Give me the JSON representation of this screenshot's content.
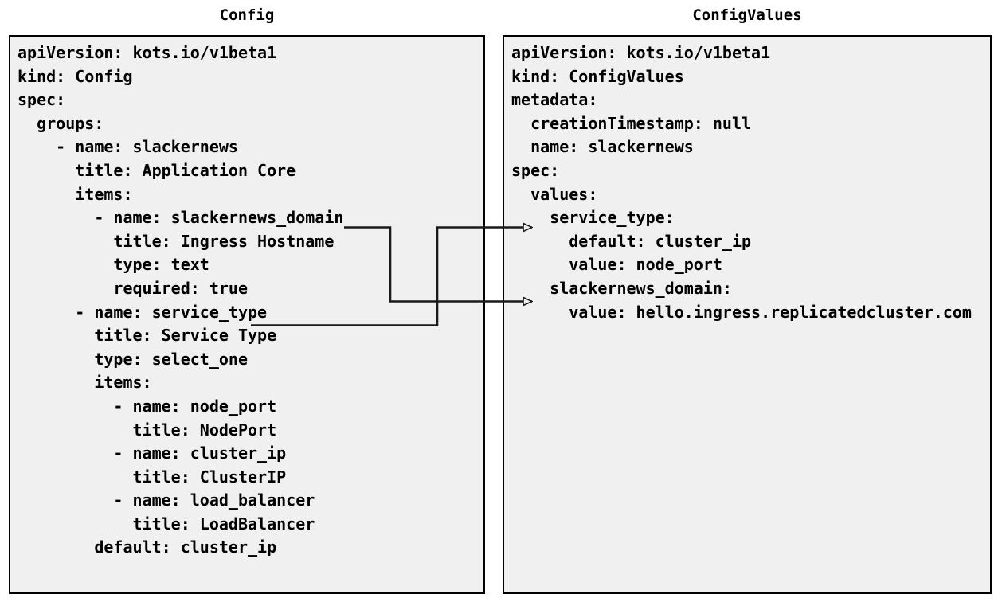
{
  "diagram": {
    "type": "yaml-mapping-diagram",
    "background_color": "#ffffff",
    "panel_background_color": "#f0f0f0",
    "panel_border_color": "#000000",
    "connector_color": "#1a1a1a"
  },
  "panels": {
    "config": {
      "title": "Config",
      "lines": [
        "apiVersion: kots.io/v1beta1",
        "kind: Config",
        "spec:",
        "  groups:",
        "    - name: slackernews",
        "      title: Application Core",
        "      items:",
        "        - name: slackernews_domain",
        "          title: Ingress Hostname",
        "          type: text",
        "          required: true",
        "      - name: service_type",
        "        title: Service Type",
        "        type: select_one",
        "        items:",
        "          - name: node_port",
        "            title: NodePort",
        "          - name: cluster_ip",
        "            title: ClusterIP",
        "          - name: load_balancer",
        "            title: LoadBalancer",
        "        default: cluster_ip"
      ]
    },
    "configvalues": {
      "title": "ConfigValues",
      "lines": [
        "apiVersion: kots.io/v1beta1",
        "kind: ConfigValues",
        "metadata:",
        "  creationTimestamp: null",
        "  name: slackernews",
        "spec:",
        "  values:",
        "    service_type:",
        "      default: cluster_ip",
        "      value: node_port",
        "    slackernews_domain:",
        "      value: hello.ingress.replicatedcluster.com"
      ]
    }
  },
  "connectors": [
    {
      "name": "slackernews-domain-mapping",
      "from": "Config: - name: slackernews_domain",
      "to": "ConfigValues: slackernews_domain:",
      "arrowhead": "open-triangle"
    },
    {
      "name": "service-type-mapping",
      "from": "Config: - name: service_type",
      "to": "ConfigValues: service_type:",
      "arrowhead": "open-triangle"
    }
  ]
}
